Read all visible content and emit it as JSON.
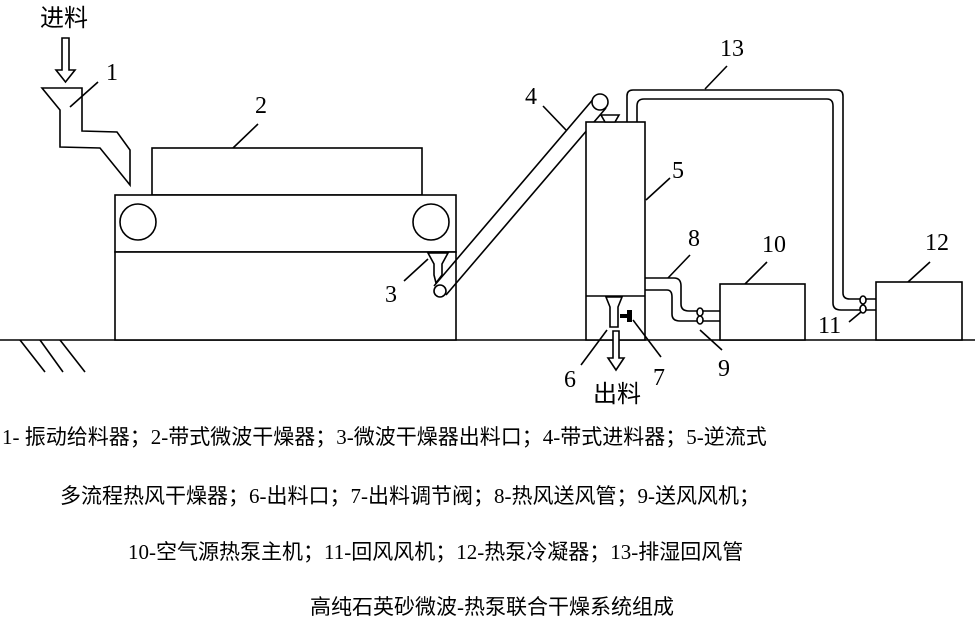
{
  "labels": {
    "feed_in": "进料",
    "feed_out": "出料",
    "n1": "1",
    "n2": "2",
    "n3": "3",
    "n4": "4",
    "n5": "5",
    "n6": "6",
    "n7": "7",
    "n8": "8",
    "n9": "9",
    "n10": "10",
    "n11": "11",
    "n12": "12",
    "n13": "13"
  },
  "legend": {
    "line1": "1- 振动给料器；2-带式微波干燥器；3-微波干燥器出料口；4-带式进料器；5-逆流式",
    "line2": "多流程热风干燥器；6-出料口；7-出料调节阀；8-热风送风管；9-送风风机；",
    "line3": "10-空气源热泵主机；11-回风风机；12-热泵冷凝器；13-排湿回风管"
  },
  "title": "高纯石英砂微波-热泵联合干燥系统组成"
}
